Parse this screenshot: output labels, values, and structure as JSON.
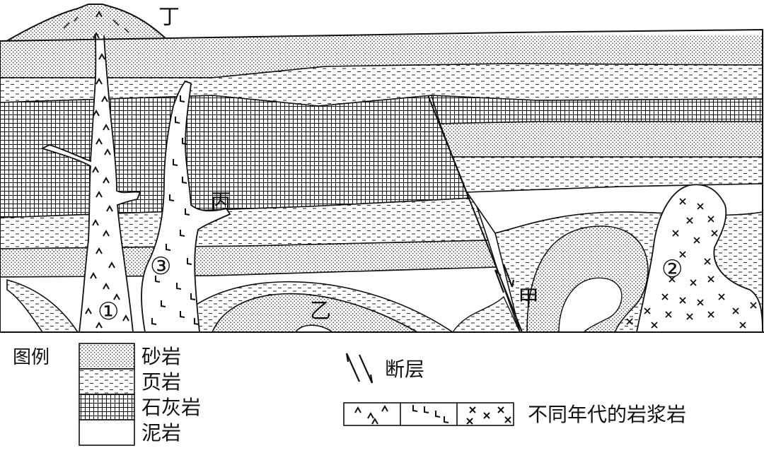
{
  "diagram": {
    "labels": {
      "ding": "丁",
      "bing": "丙",
      "yi": "乙",
      "jia": "甲",
      "m1": "①",
      "m2": "②",
      "m3": "③"
    }
  },
  "legend": {
    "title": "图例",
    "items": [
      {
        "label": "砂岩",
        "pattern": "dots"
      },
      {
        "label": "页岩",
        "pattern": "dashes"
      },
      {
        "label": "石灰岩",
        "pattern": "grid"
      },
      {
        "label": "泥岩",
        "pattern": "blank"
      }
    ],
    "fault_label": "断层",
    "magma_label": "不同年代的岩浆岩"
  }
}
